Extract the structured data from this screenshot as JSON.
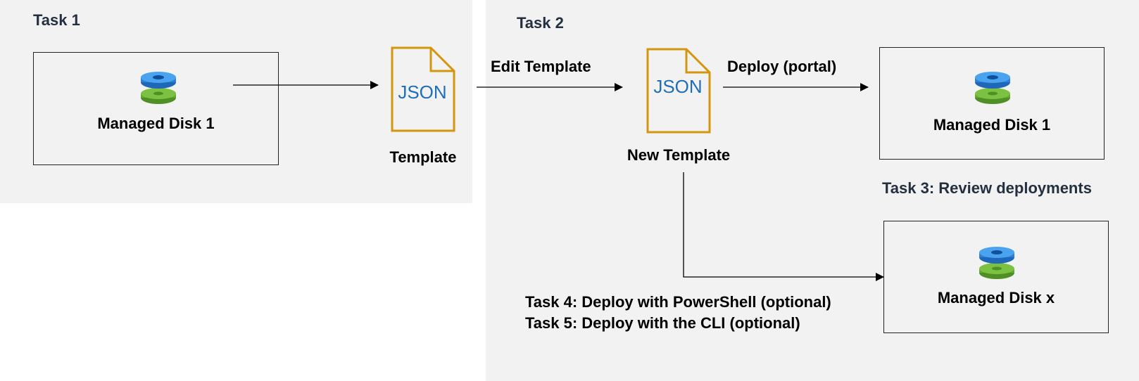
{
  "colors": {
    "panel_bg": "#f2f2f2",
    "json_stroke": "#d4960f",
    "json_text": "#1f6fb8",
    "disk_blue": "#2f7fd6",
    "disk_green": "#62a833"
  },
  "task1": {
    "title": "Task 1",
    "disk_box_label": "Managed Disk 1",
    "template_icon_text": "JSON",
    "template_caption": "Template"
  },
  "task2": {
    "title": "Task 2",
    "edit_label": "Edit Template",
    "new_template_icon_text": "JSON",
    "new_template_caption": "New Template",
    "deploy_label": "Deploy (portal)",
    "target_disk_label": "Managed Disk 1"
  },
  "task3": {
    "title": "Task 3: Review deployments"
  },
  "bottom": {
    "disk_label": "Managed Disk x",
    "task4": "Task 4: Deploy with PowerShell (optional)",
    "task5": "Task 5: Deploy with the CLI (optional)"
  }
}
